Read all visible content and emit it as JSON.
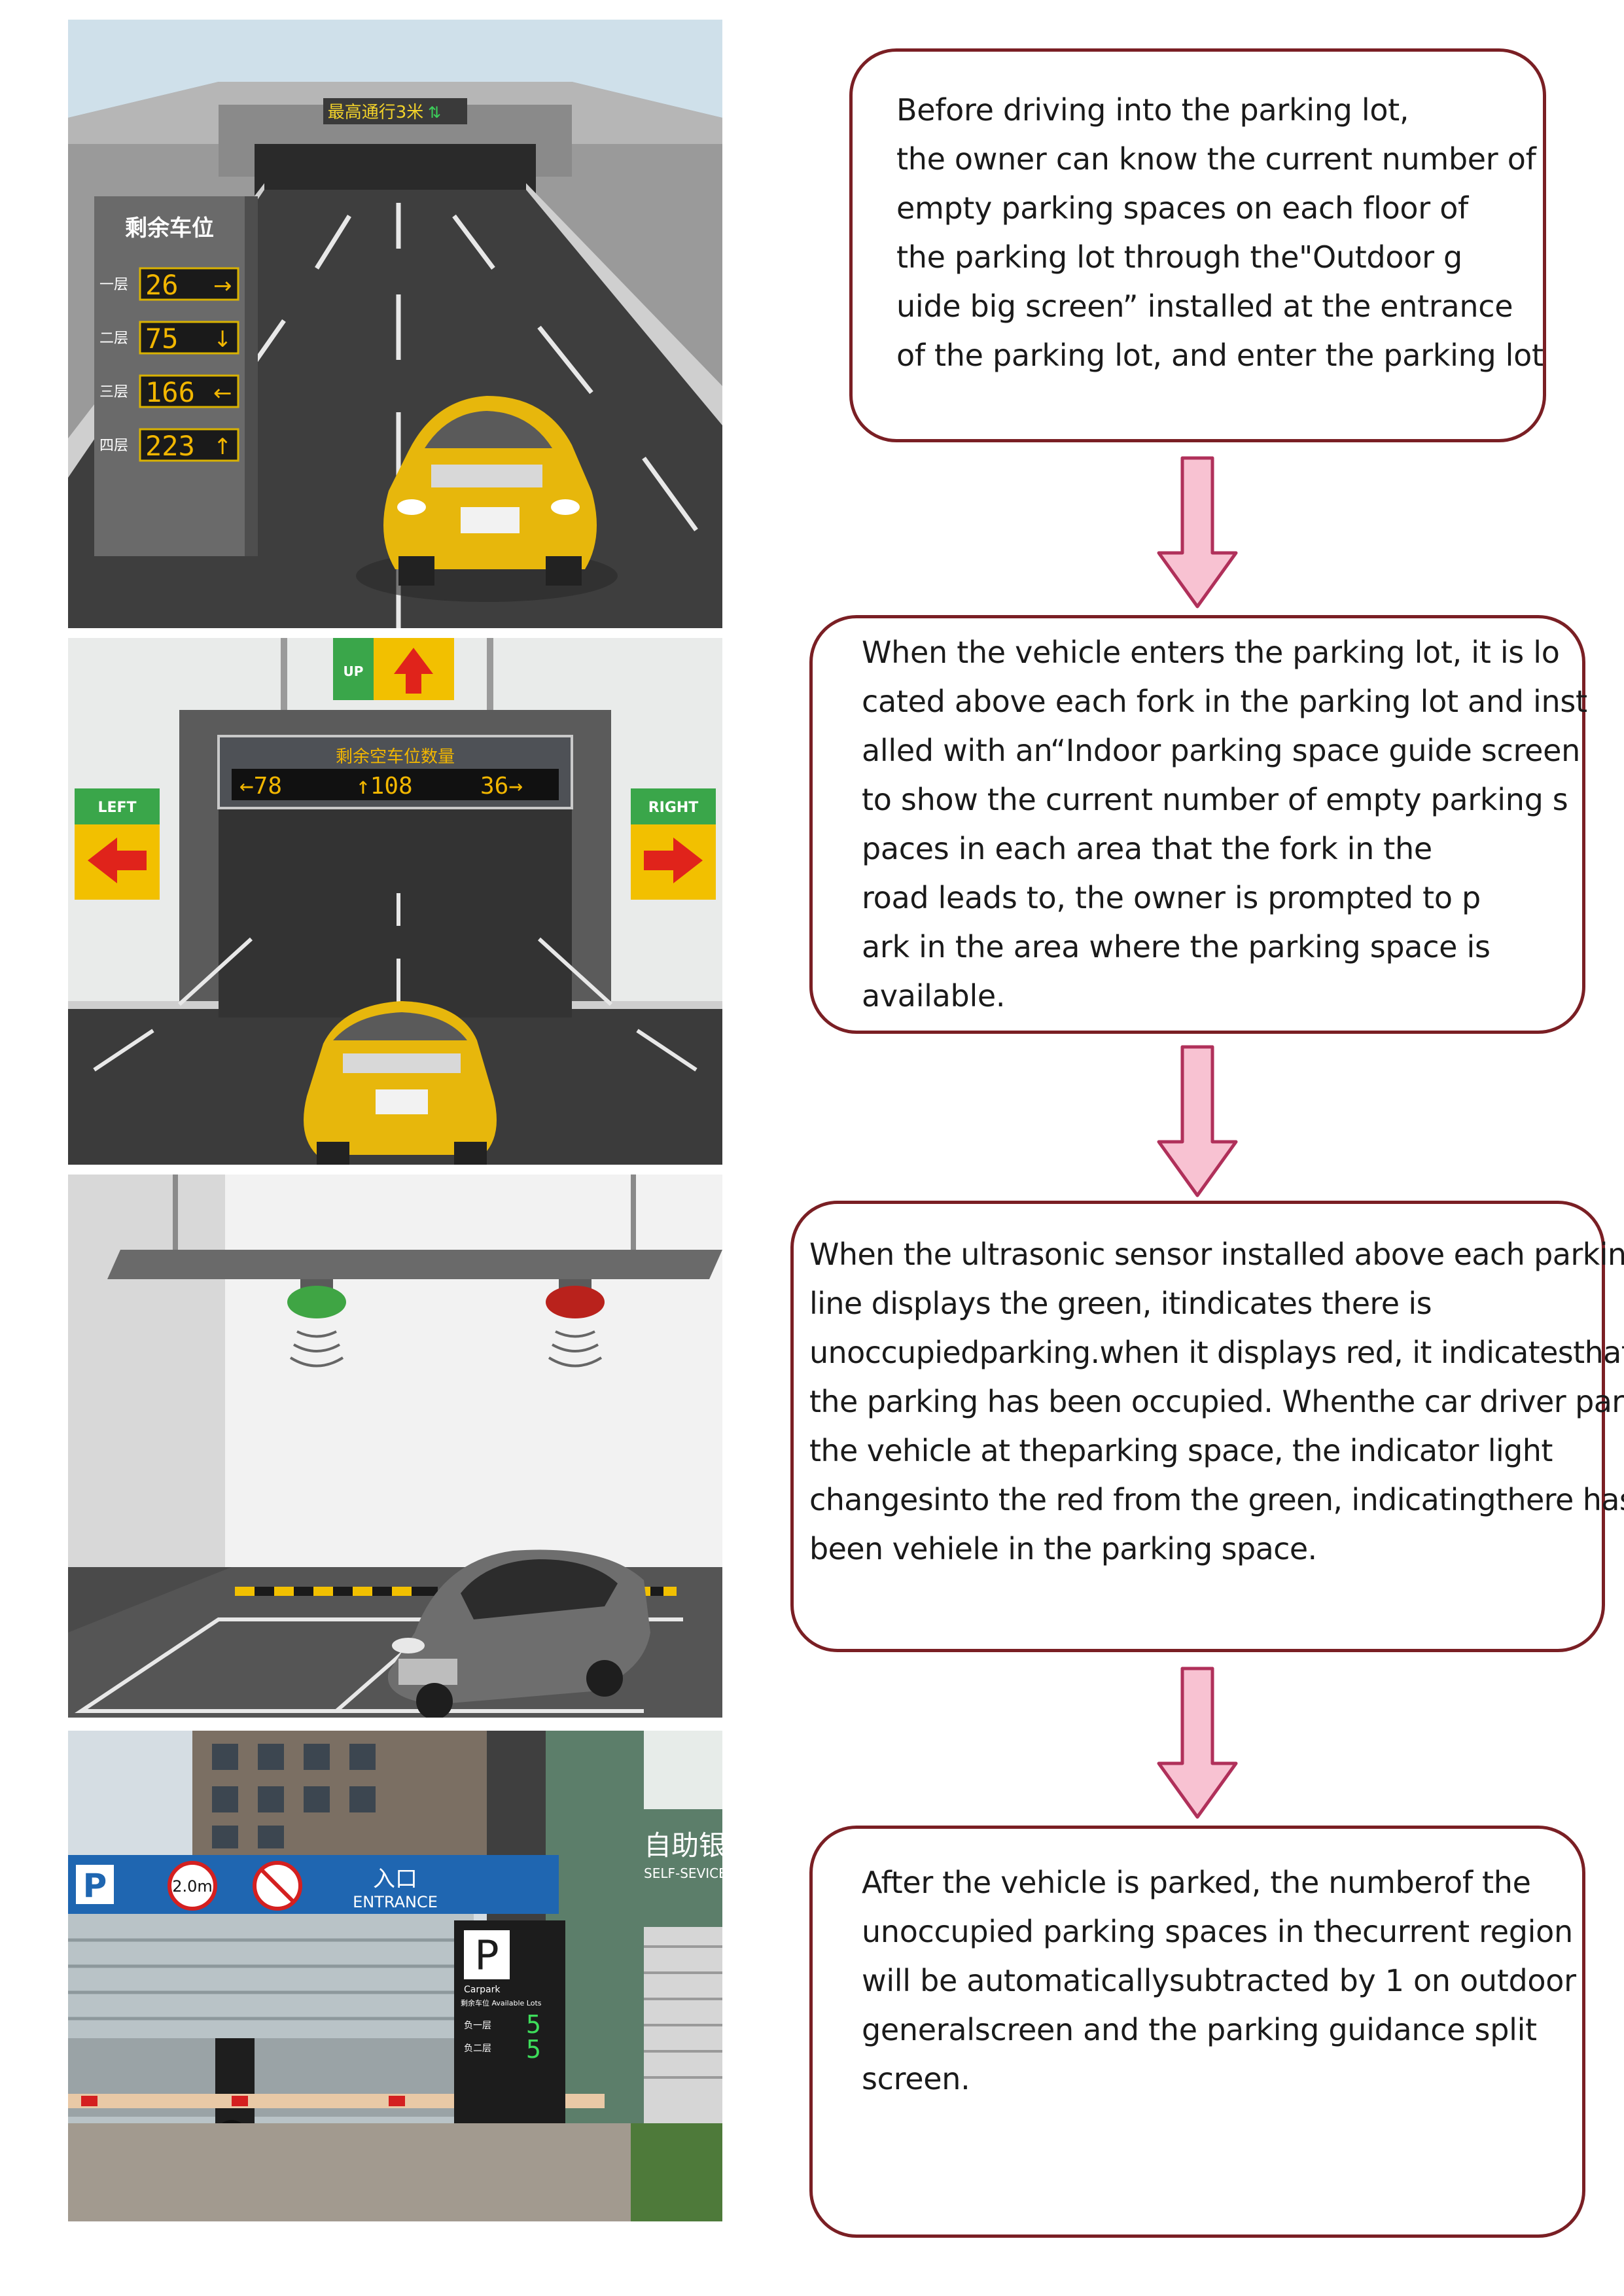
{
  "steps": [
    {
      "lines": [
        "Before driving into the parking lot,",
        "the owner can know the current number of",
        "empty parking spaces on each floor of",
        "the parking lot through the\"Outdoor g",
        "uide big screen” installed at the entrance",
        "of the parking lot, and enter the parking lot"
      ]
    },
    {
      "lines": [
        "When the vehicle enters the parking lot, it is lo",
        "cated above each fork in the parking lot and inst",
        "alled with an“Indoor parking space guide screen",
        "to show the current number of empty parking s",
        "paces in each area that the fork in the",
        "road leads to, the owner is prompted to p",
        "ark in the area where the parking space is",
        "available."
      ]
    },
    {
      "lines": [
        "When the ultrasonic sensor installed above each parking",
        "line displays the green, itindicates there is",
        "unoccupiedparking.when it displays red, it indicatesthat",
        "the parking has been occupied. Whenthe car driver parks",
        "the vehicle at theparking space, the indicator light",
        "changesinto the red from the green, indicatingthere has",
        "been vehiele in the parking space."
      ]
    },
    {
      "lines": [
        "After the vehicle is parked, the numberof the",
        "unoccupied parking spaces in thecurrent region",
        "will be automaticallysubtracted by 1 on outdoor",
        "generalscreen and the parking guidance split",
        "screen."
      ]
    }
  ],
  "images": {
    "outdoor": {
      "tunnel_sign": "最高通行3米",
      "board_title": "剩余车位",
      "floors": [
        {
          "label": "一层",
          "count": "26",
          "dir": "→"
        },
        {
          "label": "二层",
          "count": "75",
          "dir": "↓"
        },
        {
          "label": "三层",
          "count": "166",
          "dir": "←"
        },
        {
          "label": "四层",
          "count": "223",
          "dir": "↑"
        }
      ]
    },
    "indoor": {
      "up_label": "UP",
      "left_label": "LEFT",
      "right_label": "RIGHT",
      "board_title": "剩余空车位数量",
      "left_count": "←78",
      "center_count": "↑108",
      "right_count": "36→"
    },
    "entrance": {
      "p_symbol": "P",
      "height_limit": "2.0m",
      "entrance_cn": "入口",
      "entrance_en": "ENTRANCE",
      "bank_cn": "自助银行",
      "bank_en": "SELF-SEVICE BA",
      "board_p": "P",
      "board_carpark": "Carpark",
      "board_title": "剩余车位 Available Lots",
      "board_rows": [
        {
          "label": "负一层",
          "count": "5"
        },
        {
          "label": "负二层",
          "count": "5"
        }
      ]
    }
  },
  "colors": {
    "border": "#7a1f24",
    "arrow_fill": "#f8c2d2",
    "arrow_stroke": "#b0305a"
  }
}
